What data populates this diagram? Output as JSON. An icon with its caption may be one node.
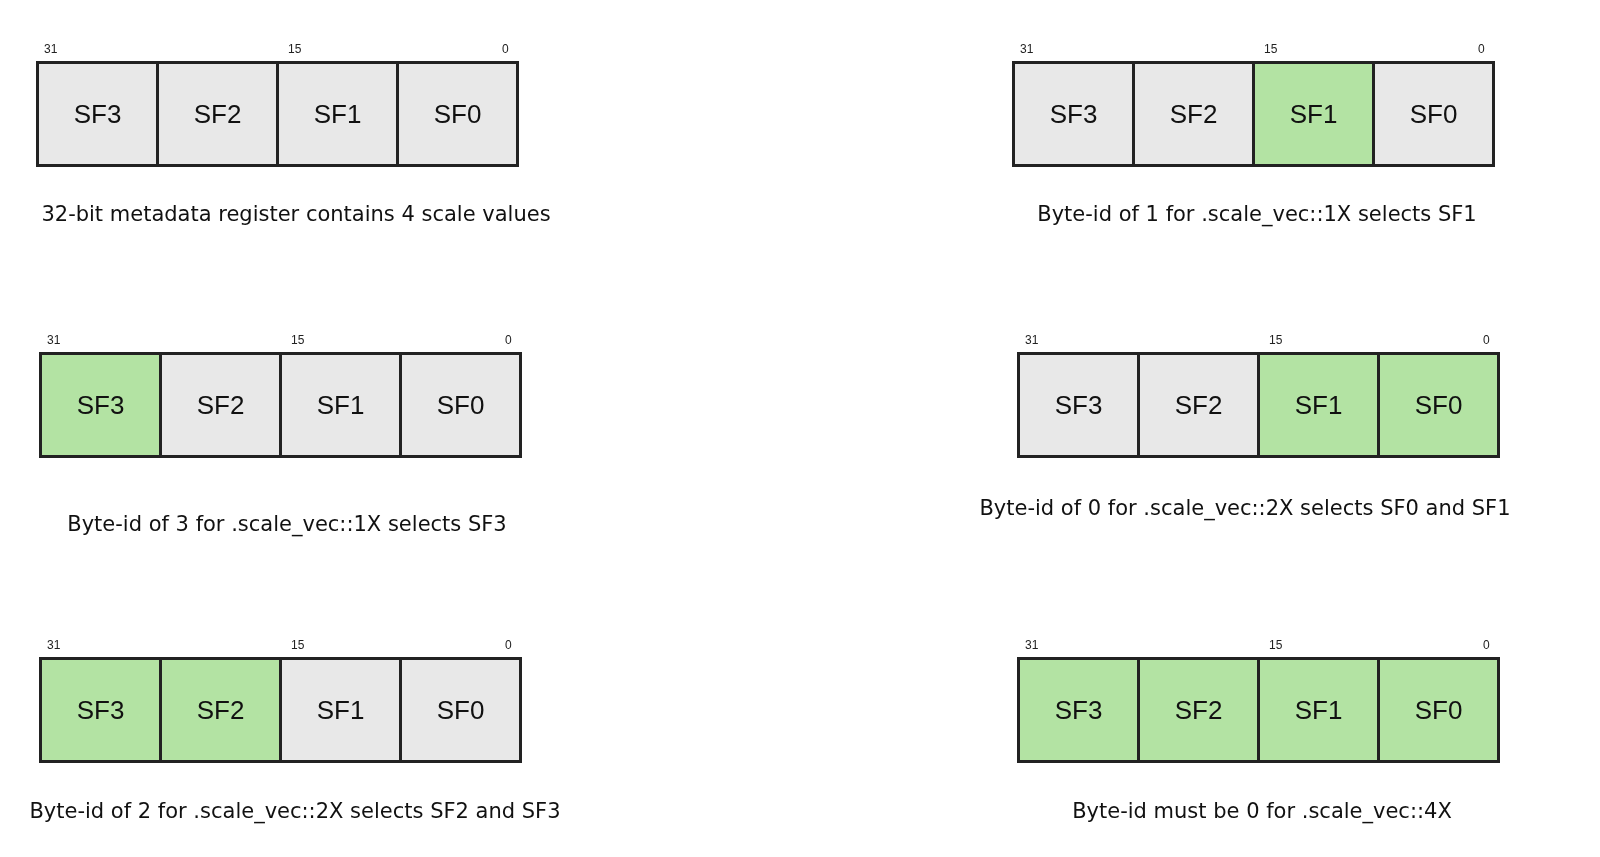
{
  "diagram": {
    "nodes": [
      {
        "text": [
          "SF3"
        ]
      },
      {
        "text": [
          "SF2"
        ]
      },
      {
        "text": [
          "SF1"
        ]
      },
      {
        "text": [
          "SF0"
        ]
      },
      {
        "text": [
          "SF3"
        ]
      },
      {
        "text": [
          "SF2"
        ]
      },
      {
        "text": [
          "SF1"
        ]
      },
      {
        "text": [
          "SF0"
        ]
      },
      {
        "text": [
          "SF3"
        ]
      },
      {
        "text": [
          "SF2"
        ]
      },
      {
        "text": [
          "SF1"
        ]
      },
      {
        "text": [
          "SF0"
        ]
      },
      {
        "text": [
          "SF3"
        ]
      },
      {
        "text": [
          "SF2"
        ]
      },
      {
        "text": [
          "SF1"
        ]
      },
      {
        "text": [
          "SF0"
        ]
      },
      {
        "text": [
          "SF3"
        ]
      },
      {
        "text": [
          "SF2"
        ]
      },
      {
        "text": [
          "SF1"
        ]
      },
      {
        "text": [
          "SF0"
        ]
      },
      {
        "text": [
          "SF3"
        ]
      },
      {
        "text": [
          "SF2"
        ]
      },
      {
        "text": [
          "SF1"
        ]
      },
      {
        "text": [
          "SF0"
        ]
      }
    ],
    "labels": [
      "31",
      "15",
      "0",
      "31",
      "15",
      "0",
      "32-bit metadata register contains 4 scale values",
      "Byte-id of 1 for .scale_vec::1X selects SF1",
      "31",
      "15",
      "0",
      "31",
      "15",
      "0",
      "Byte-id of 3 for .scale_vec::1X selects SF3",
      "Byte-id of 0 for .scale_vec::2X selects SF0 and SF1",
      "31",
      "15",
      "0",
      "31",
      "15",
      "0",
      "Byte-id of 2 for .scale_vec::2X selects SF2 and SF3",
      "Byte-id must be 0 for .scale_vec::4X"
    ]
  }
}
